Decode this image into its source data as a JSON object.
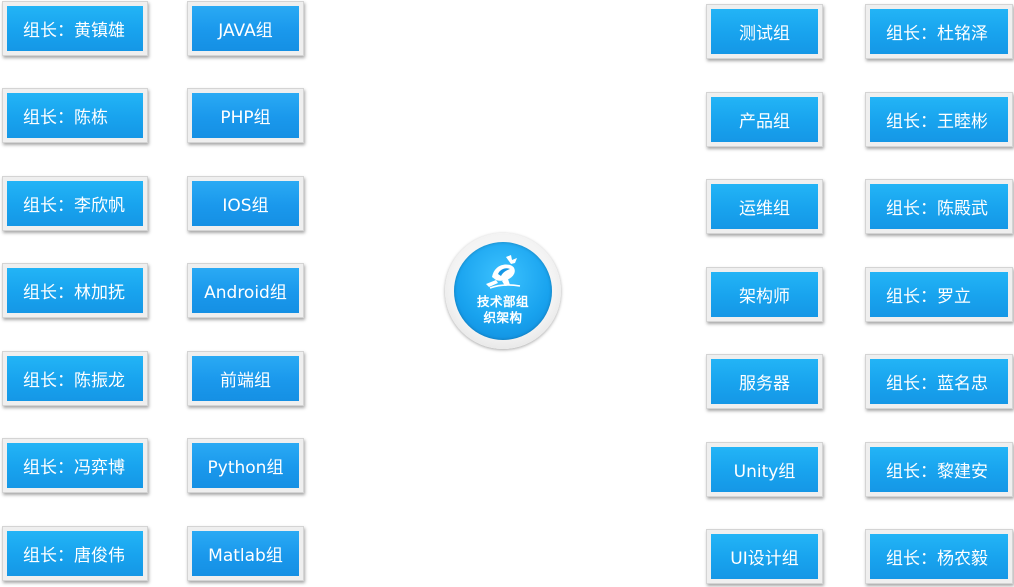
{
  "center": {
    "title_line1": "技术部组",
    "title_line2": "织架构",
    "logo_icon": "running-figure-icon"
  },
  "left": [
    {
      "lead": "组长：黄镇雄",
      "team": "JAVA组"
    },
    {
      "lead": "组长：陈栋",
      "team": "PHP组"
    },
    {
      "lead": "组长：李欣帆",
      "team": "IOS组"
    },
    {
      "lead": "组长：林加抚",
      "team": "Android组"
    },
    {
      "lead": "组长：陈振龙",
      "team": "前端组"
    },
    {
      "lead": "组长：冯弈博",
      "team": "Python组"
    },
    {
      "lead": "组长：唐俊伟",
      "team": "Matlab组"
    }
  ],
  "right": [
    {
      "team": "测试组",
      "lead": "组长：杜铭泽"
    },
    {
      "team": "产品组",
      "lead": "组长：王睦彬"
    },
    {
      "team": "运维组",
      "lead": "组长：陈殿武"
    },
    {
      "team": "架构师",
      "lead": "组长：罗立"
    },
    {
      "team": "服务器",
      "lead": "组长：蓝名忠"
    },
    {
      "team": "Unity组",
      "lead": "组长：黎建安"
    },
    {
      "team": "UI设计组",
      "lead": "组长：杨农毅"
    }
  ],
  "colors": {
    "tile_blue": "#18a3ee",
    "tile_frame": "#efefef"
  }
}
